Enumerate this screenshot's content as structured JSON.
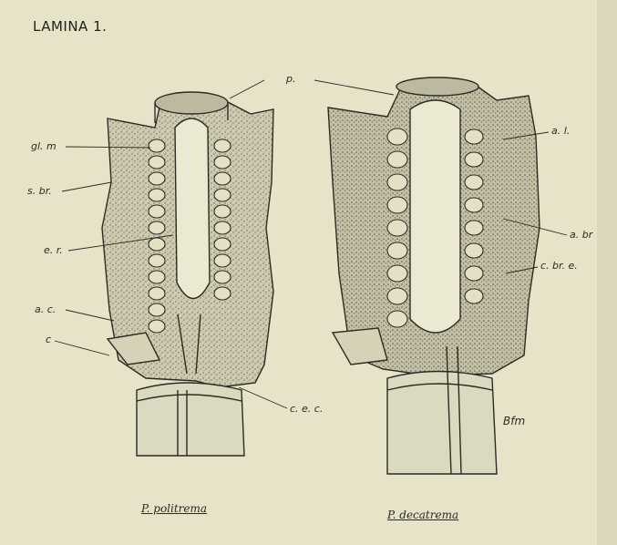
{
  "plate_title": "LAMINA 1.",
  "figures": [
    {
      "caption": "P. politrema",
      "labels": {
        "gl_m": "gl. m",
        "s_br": "s. br.",
        "e_r": "e. r.",
        "a_c": "a. c.",
        "c": "c",
        "c_e_c": "c. e. c."
      }
    },
    {
      "caption": "P. decatrema",
      "labels": {
        "a_l": "a. l.",
        "a_br": "a. br",
        "c_br_e": "c. br. e."
      }
    }
  ],
  "shared_label_p": "p.",
  "signature": "Bfm"
}
